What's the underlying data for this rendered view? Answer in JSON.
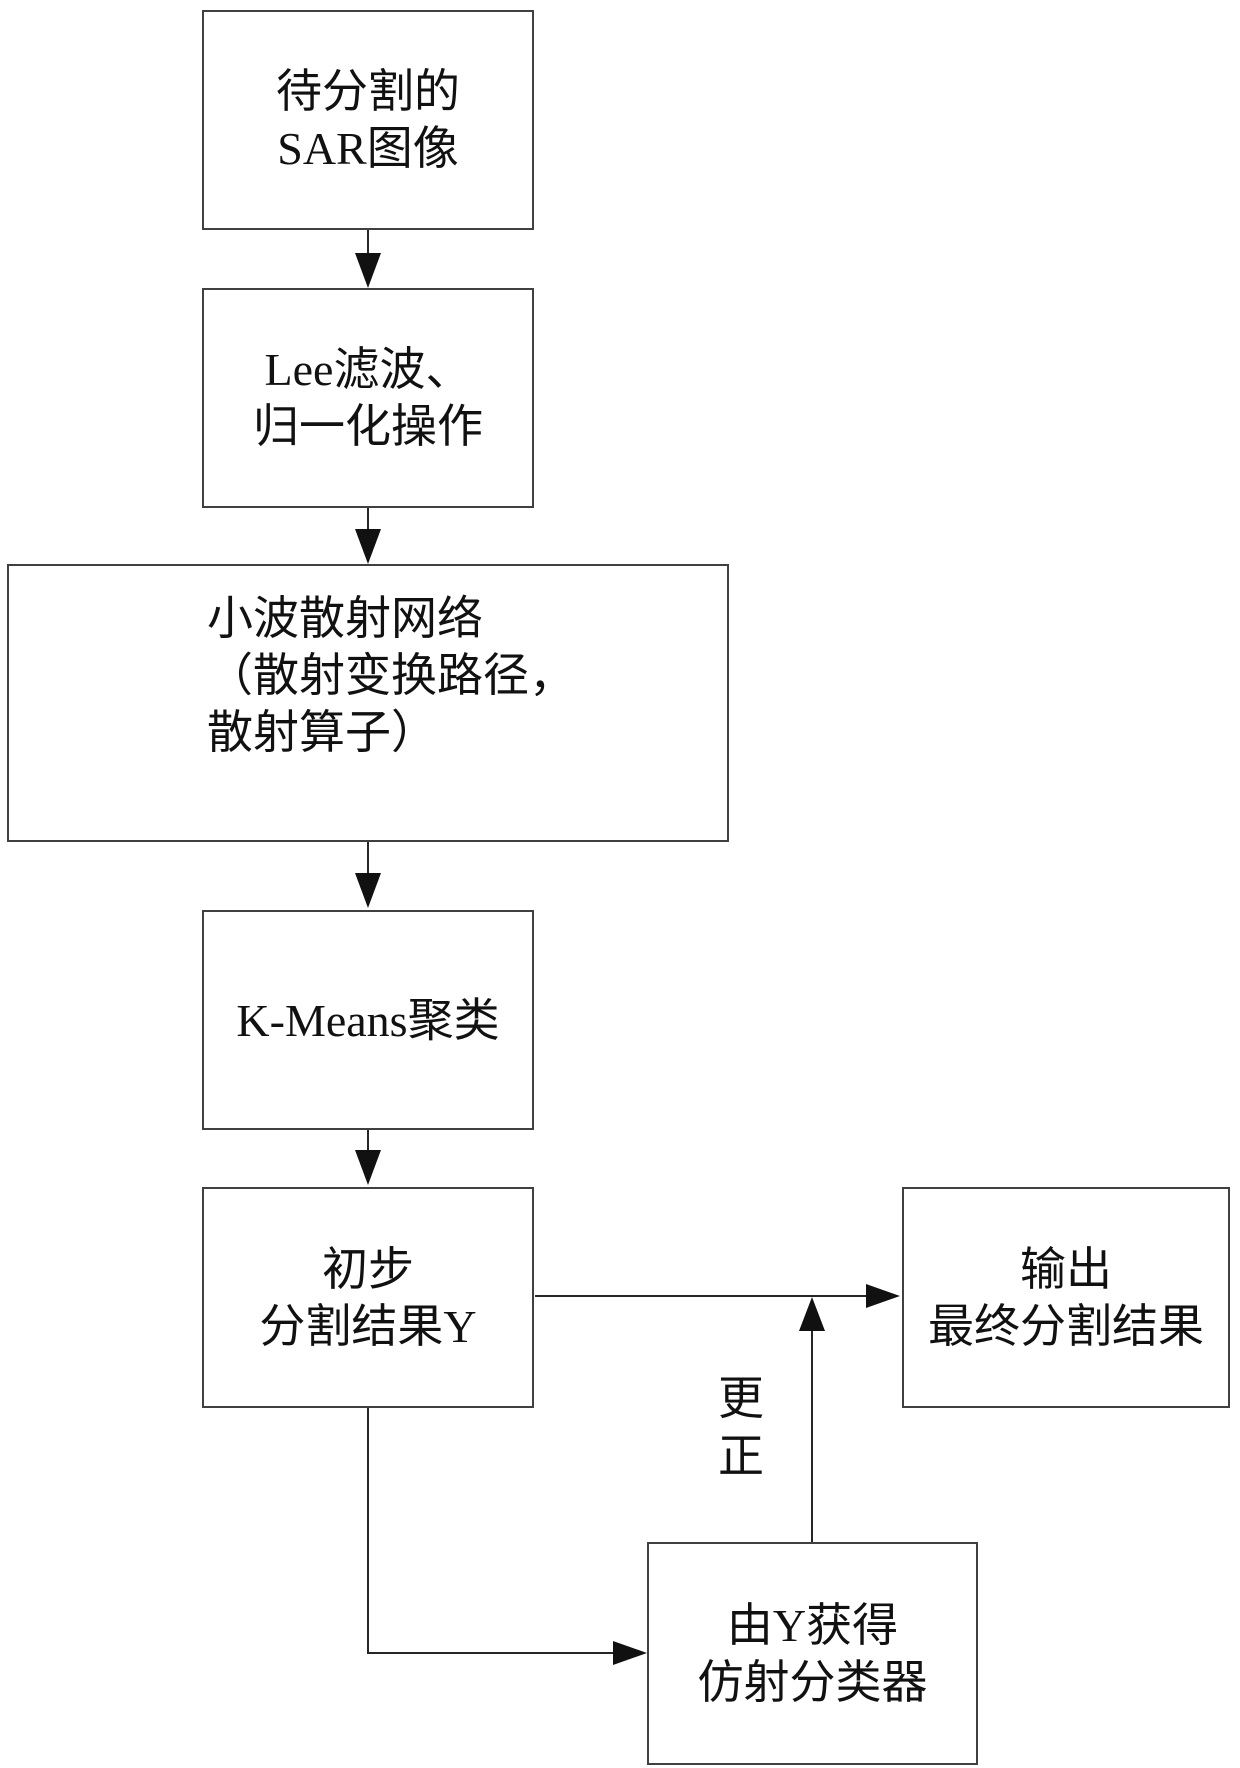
{
  "diagram": {
    "nodes": {
      "sar_image": {
        "lines": [
          "待分割的",
          "SAR图像"
        ]
      },
      "lee_filter": {
        "lines": [
          "Lee滤波、",
          "归一化操作"
        ]
      },
      "wavelet_scattering": {
        "lines": [
          "小波散射网络",
          "（散射变换路径，",
          "散射算子）"
        ]
      },
      "kmeans": {
        "lines": [
          "K-Means聚类"
        ]
      },
      "initial_result": {
        "lines": [
          "初步",
          "分割结果Y"
        ]
      },
      "final_output": {
        "lines": [
          "输出",
          "最终分割结果"
        ]
      },
      "affine_classifier": {
        "lines": [
          "由Y获得",
          "仿射分类器"
        ]
      }
    },
    "edge_labels": {
      "correction": "更正"
    },
    "colors": {
      "background": "#ffffff",
      "box_border": "#404040",
      "line": "#262626",
      "arrowhead": "#111111",
      "text": "#111111"
    }
  }
}
